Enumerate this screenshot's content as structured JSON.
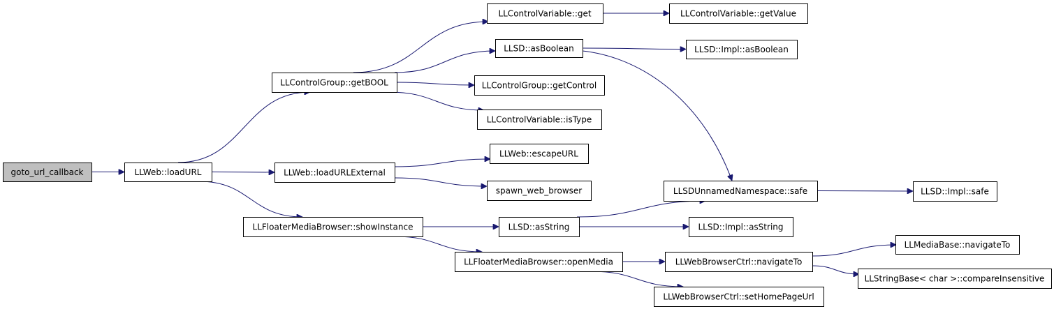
{
  "graph": {
    "nodes": {
      "goto": "goto_url_callback",
      "loadURL": "LLWeb::loadURL",
      "getBOOL": "LLControlGroup::getBOOL",
      "cvGet": "LLControlVariable::get",
      "cvGetValue": "LLControlVariable::getValue",
      "asBoolean": "LLSD::asBoolean",
      "implAsBoolean": "LLSD::Impl::asBoolean",
      "getControl": "LLControlGroup::getControl",
      "isType": "LLControlVariable::isType",
      "escapeURL": "LLWeb::escapeURL",
      "loadURLExternal": "LLWeb::loadURLExternal",
      "spawn": "spawn_web_browser",
      "safe": "LLSDUnnamedNamespace::safe",
      "implSafe": "LLSD::Impl::safe",
      "showInstance": "LLFloaterMediaBrowser::showInstance",
      "asString": "LLSD::asString",
      "implAsString": "LLSD::Impl::asString",
      "navigateTo": "LLMediaBase::navigateTo",
      "openMedia": "LLFloaterMediaBrowser::openMedia",
      "wbNavigateTo": "LLWebBrowserCtrl::navigateTo",
      "compareInsensitive": "LLStringBase< char >::compareInsensitive",
      "setHomePageUrl": "LLWebBrowserCtrl::setHomePageUrl"
    },
    "edges": [
      [
        "goto",
        "loadURL"
      ],
      [
        "loadURL",
        "getBOOL"
      ],
      [
        "loadURL",
        "loadURLExternal"
      ],
      [
        "loadURL",
        "showInstance"
      ],
      [
        "getBOOL",
        "cvGet"
      ],
      [
        "getBOOL",
        "asBoolean"
      ],
      [
        "getBOOL",
        "getControl"
      ],
      [
        "getBOOL",
        "isType"
      ],
      [
        "cvGet",
        "cvGetValue"
      ],
      [
        "asBoolean",
        "implAsBoolean"
      ],
      [
        "asBoolean",
        "safe"
      ],
      [
        "loadURLExternal",
        "escapeURL"
      ],
      [
        "loadURLExternal",
        "spawn"
      ],
      [
        "safe",
        "implSafe"
      ],
      [
        "showInstance",
        "asString"
      ],
      [
        "showInstance",
        "openMedia"
      ],
      [
        "asString",
        "safe"
      ],
      [
        "asString",
        "implAsString"
      ],
      [
        "openMedia",
        "wbNavigateTo"
      ],
      [
        "openMedia",
        "setHomePageUrl"
      ],
      [
        "wbNavigateTo",
        "navigateTo"
      ],
      [
        "wbNavigateTo",
        "compareInsensitive"
      ]
    ]
  }
}
